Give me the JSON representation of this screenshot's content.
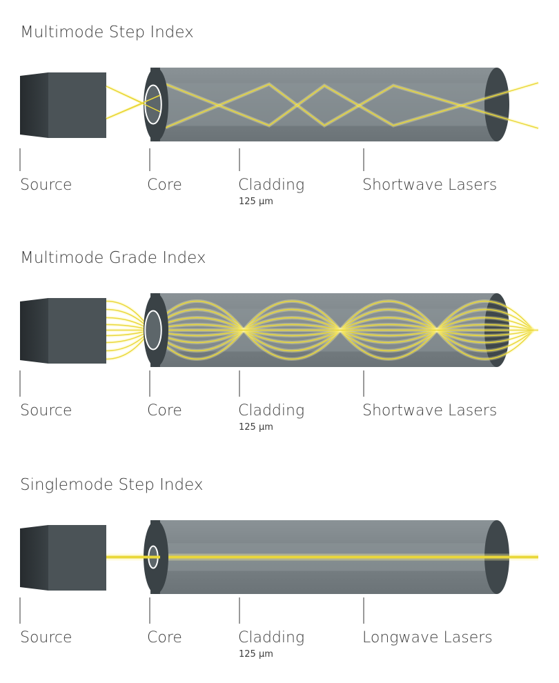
{
  "sections": [
    {
      "title": "Multimode Step Index",
      "mode": "step",
      "labels": {
        "source": "Source",
        "core": "Core",
        "cladding": "Cladding",
        "cladding_sub": "125 µm",
        "laser": "Shortwave Lasers"
      }
    },
    {
      "title": "Multimode Grade Index",
      "mode": "grade",
      "labels": {
        "source": "Source",
        "core": "Core",
        "cladding": "Cladding",
        "cladding_sub": "125 µm",
        "laser": "Shortwave Lasers"
      }
    },
    {
      "title": "Singlemode Step Index",
      "mode": "single",
      "labels": {
        "source": "Source",
        "core": "Core",
        "cladding": "Cladding",
        "cladding_sub": "125 µm",
        "laser": "Longwave Lasers"
      }
    }
  ],
  "colors": {
    "source_front": "#4b5357",
    "source_side": "#2e3437",
    "cladding": "#7b8388",
    "cladding_dark": "#3f474b",
    "core_band": "#8d9599",
    "light": "#ead83a"
  }
}
